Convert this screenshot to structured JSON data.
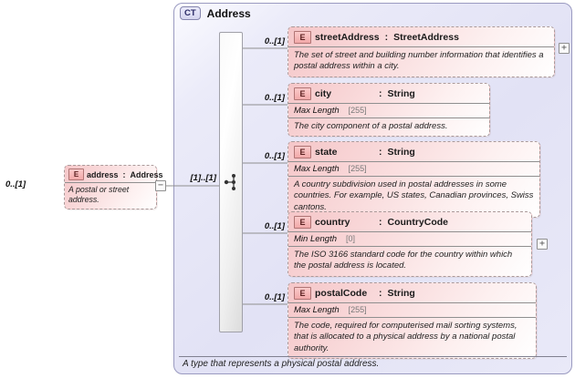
{
  "diagram": {
    "colon": ":",
    "root": {
      "cardinality": "0..[1]",
      "icon": "E",
      "name": "address",
      "type": "Address",
      "description": "A postal or street address.",
      "toggle": "−"
    },
    "group": {
      "cardinality": "[1]..[1]",
      "compositor": "sequence"
    },
    "complex_type": {
      "badge": "CT",
      "title": "Address",
      "footer": "A type that represents a physical postal address.",
      "elements": [
        {
          "icon": "E",
          "name": "streetAddress",
          "type": "StreetAddress",
          "cardinality": "0..[1]",
          "description": "The set of street and building number information that identifies a postal address within a city.",
          "toggle": "+"
        },
        {
          "icon": "E",
          "name": "city",
          "type": "String",
          "cardinality": "0..[1]",
          "facet_label": "Max Length",
          "facet_value": "[255]",
          "description": "The city component of a postal address."
        },
        {
          "icon": "E",
          "name": "state",
          "type": "String",
          "cardinality": "0..[1]",
          "facet_label": "Max Length",
          "facet_value": "[255]",
          "description": "A country subdivision used in postal addresses in some countries. For example, US states, Canadian provinces, Swiss cantons."
        },
        {
          "icon": "E",
          "name": "country",
          "type": "CountryCode",
          "cardinality": "0..[1]",
          "facet_label": "Min Length",
          "facet_value": "[0]",
          "description": "The ISO 3166 standard code for the country within which the postal address is located.",
          "toggle": "+"
        },
        {
          "icon": "E",
          "name": "postalCode",
          "type": "String",
          "cardinality": "0..[1]",
          "facet_label": "Max Length",
          "facet_value": "[255]",
          "description": "The code, required for computerised mail sorting systems, that is allocated to a physical address by a national postal authority."
        }
      ]
    }
  }
}
